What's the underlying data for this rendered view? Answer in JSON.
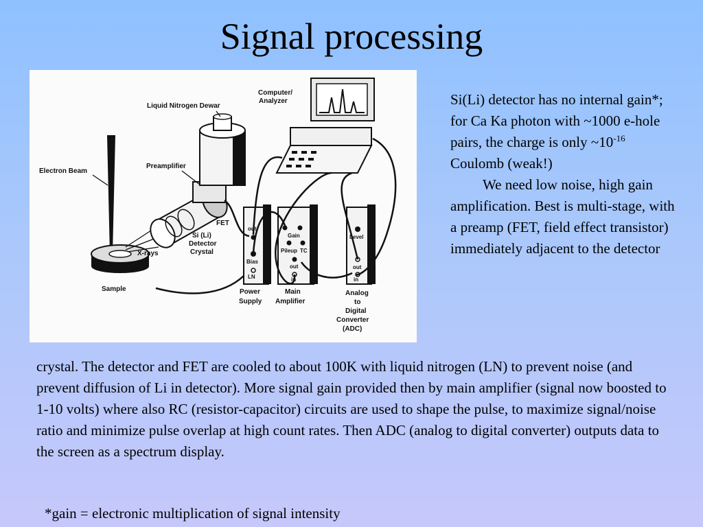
{
  "title": "Signal processing",
  "side_text": {
    "p1_a": "Si(Li) detector has no internal gain*; for Ca Ka photon with ~1000 e-hole pairs, the charge is only ~10",
    "p1_sup": "-16",
    "p1_b": " Coulomb (weak!)",
    "p2": "We need low noise, high gain amplification. Best is multi-stage, with a preamp (FET, field effect transistor) immediately adjacent to the detector"
  },
  "body_text": "crystal. The detector and FET are cooled to about 100K with liquid nitrogen (LN) to prevent noise (and prevent diffusion of Li in detector). More signal gain provided then by main amplifier (signal now boosted to 1-10 volts) where also RC (resistor-capacitor) circuits are used to shape the pulse, to maximize signal/noise ratio and minimize pulse overlap at high count rates. Then ADC (analog to digital converter) outputs data to the screen as a spectrum display.",
  "footnote": "*gain = electronic multiplication of signal intensity",
  "diagram": {
    "labels": {
      "electron_beam": "Electron Beam",
      "ln_dewar": "Liquid Nitrogen Dewar",
      "preamp": "Preamplifier",
      "computer_1": "Computer/",
      "computer_2": "Analyzer",
      "fet": "FET",
      "detector_1": "Si (Li)",
      "detector_2": "Detector",
      "detector_3": "Crystal",
      "xrays": "X-rays",
      "sample": "Sample",
      "power_1": "Power",
      "power_2": "Supply",
      "main_amp_1": "Main",
      "main_amp_2": "Amplifier",
      "adc_1": "Analog",
      "adc_2": "to",
      "adc_3": "Digital",
      "adc_4": "Converter",
      "adc_5": "(ADC)"
    },
    "panel_labels": {
      "ps_out": "out",
      "ps_bias": "Bias",
      "ps_ln": "LN",
      "amp_gain": "Gain",
      "amp_pileup": "Pileup",
      "amp_tc": "TC",
      "amp_out": "out",
      "amp_in": "in",
      "adc_level": "Level",
      "adc_out": "out",
      "adc_in": "in"
    }
  }
}
